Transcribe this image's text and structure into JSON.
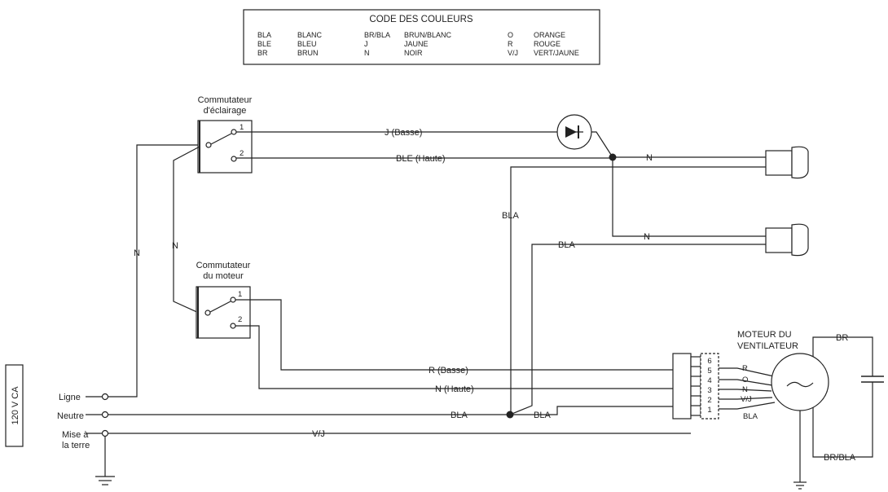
{
  "legend": {
    "title": "CODE DES COULEURS",
    "rows": [
      [
        "BLA",
        "BLANC",
        "BR/BLA",
        "BRUN/BLANC",
        "O",
        "ORANGE"
      ],
      [
        "BLE",
        "BLEU",
        "J",
        "JAUNE",
        "R",
        "ROUGE"
      ],
      [
        "BR",
        "BRUN",
        "N",
        "NOIR",
        "V/J",
        "VERT/JAUNE"
      ]
    ]
  },
  "supply": {
    "voltage": "120 V CA",
    "line": "Ligne",
    "neutral": "Neutre",
    "ground_1": "Mise à",
    "ground_2": "la terre"
  },
  "light_switch": {
    "title_1": "Commutateur",
    "title_2": "d'éclairage",
    "pin1": "1",
    "pin2": "2"
  },
  "motor_switch": {
    "title_1": "Commutateur",
    "title_2": "du moteur",
    "pin1": "1",
    "pin2": "2"
  },
  "wires": {
    "n_left": "N",
    "n_mid": "N",
    "j_basse": "J (Basse)",
    "ble_haute": "BLE (Haute)",
    "n_lamp1": "N",
    "n_lamp2": "N",
    "bla_vertical": "BLA",
    "bla_lamp2": "BLA",
    "r_basse": "R (Basse)",
    "n_haute": "N (Haute)",
    "bla_neutral": "BLA",
    "bla_neutral2": "BLA",
    "vj_ground": "V/J"
  },
  "motor": {
    "title_1": "MOTEUR DU",
    "title_2": "VENTILATEUR",
    "wire_br": "BR",
    "wire_brbla": "BR/BLA",
    "pins": [
      "6",
      "5",
      "4",
      "3",
      "2",
      "1"
    ],
    "pin_wires": [
      "R",
      "O",
      "N",
      "V/J",
      "BLA"
    ]
  }
}
